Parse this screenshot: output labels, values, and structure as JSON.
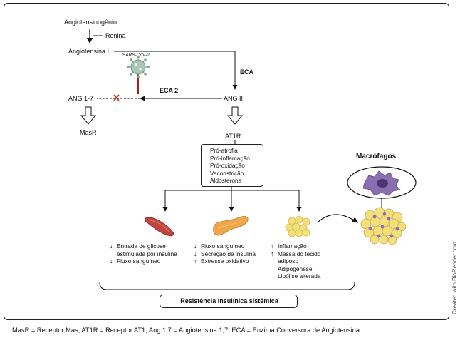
{
  "nodes": {
    "angiotensinogen": "Angiotensinogênio",
    "renin": "Renina",
    "angiotensin1": "Angiotensina I",
    "ace": "ECA",
    "sarscov2": "SARS-CoV-2",
    "ace2": "ECA 2",
    "ang17": "ANG 1-7",
    "ang2": "ANG II",
    "masr": "MasR",
    "at1r": "AT1R",
    "macrophages": "Macrófagos",
    "systemic_resistance": "Resistência insulínica sistêmica"
  },
  "at1r_effects": [
    "Pró-atrofia",
    "Pró-inflamação",
    "Pró-oxidação",
    "Vaconstrição",
    "Aldosterona"
  ],
  "muscle_effects": [
    {
      "arrow": "↓",
      "text": "Entrada de glicose"
    },
    {
      "arrow": "",
      "text": "estimulada por insulina"
    },
    {
      "arrow": "↓",
      "text": "Fluxo sanguíneo"
    }
  ],
  "pancreas_effects": [
    {
      "arrow": "↓",
      "text": "Fluxo sanguíneo"
    },
    {
      "arrow": "↓",
      "text": "Secreção de insulina"
    },
    {
      "arrow": "↑",
      "text": "Extresse oxidativo"
    }
  ],
  "adipose_effects": [
    {
      "arrow": "↑",
      "text": "Inflamação"
    },
    {
      "arrow": "↑",
      "text": "Massa do tecido"
    },
    {
      "arrow": "",
      "text": "adiposo"
    },
    {
      "arrow": "",
      "text": "Adipogênese"
    },
    {
      "arrow": "",
      "text": "Lipólise alterada"
    }
  ],
  "watermark": "Created with BioRender.com",
  "caption": "MasR = Receptor Mas; AT1R = Receptor AT1; Ang 1,7 = Angiotensina 1,7; ECA = Enzima Conversora de Angiotensina.",
  "colors": {
    "muscle": "#c0453f",
    "pancreas": "#f0a64a",
    "adipocyte": "#f3df7c",
    "macrophage": "#8a6fb0",
    "sars_line": "#a51d1d",
    "virus": "#9ab7a6"
  }
}
